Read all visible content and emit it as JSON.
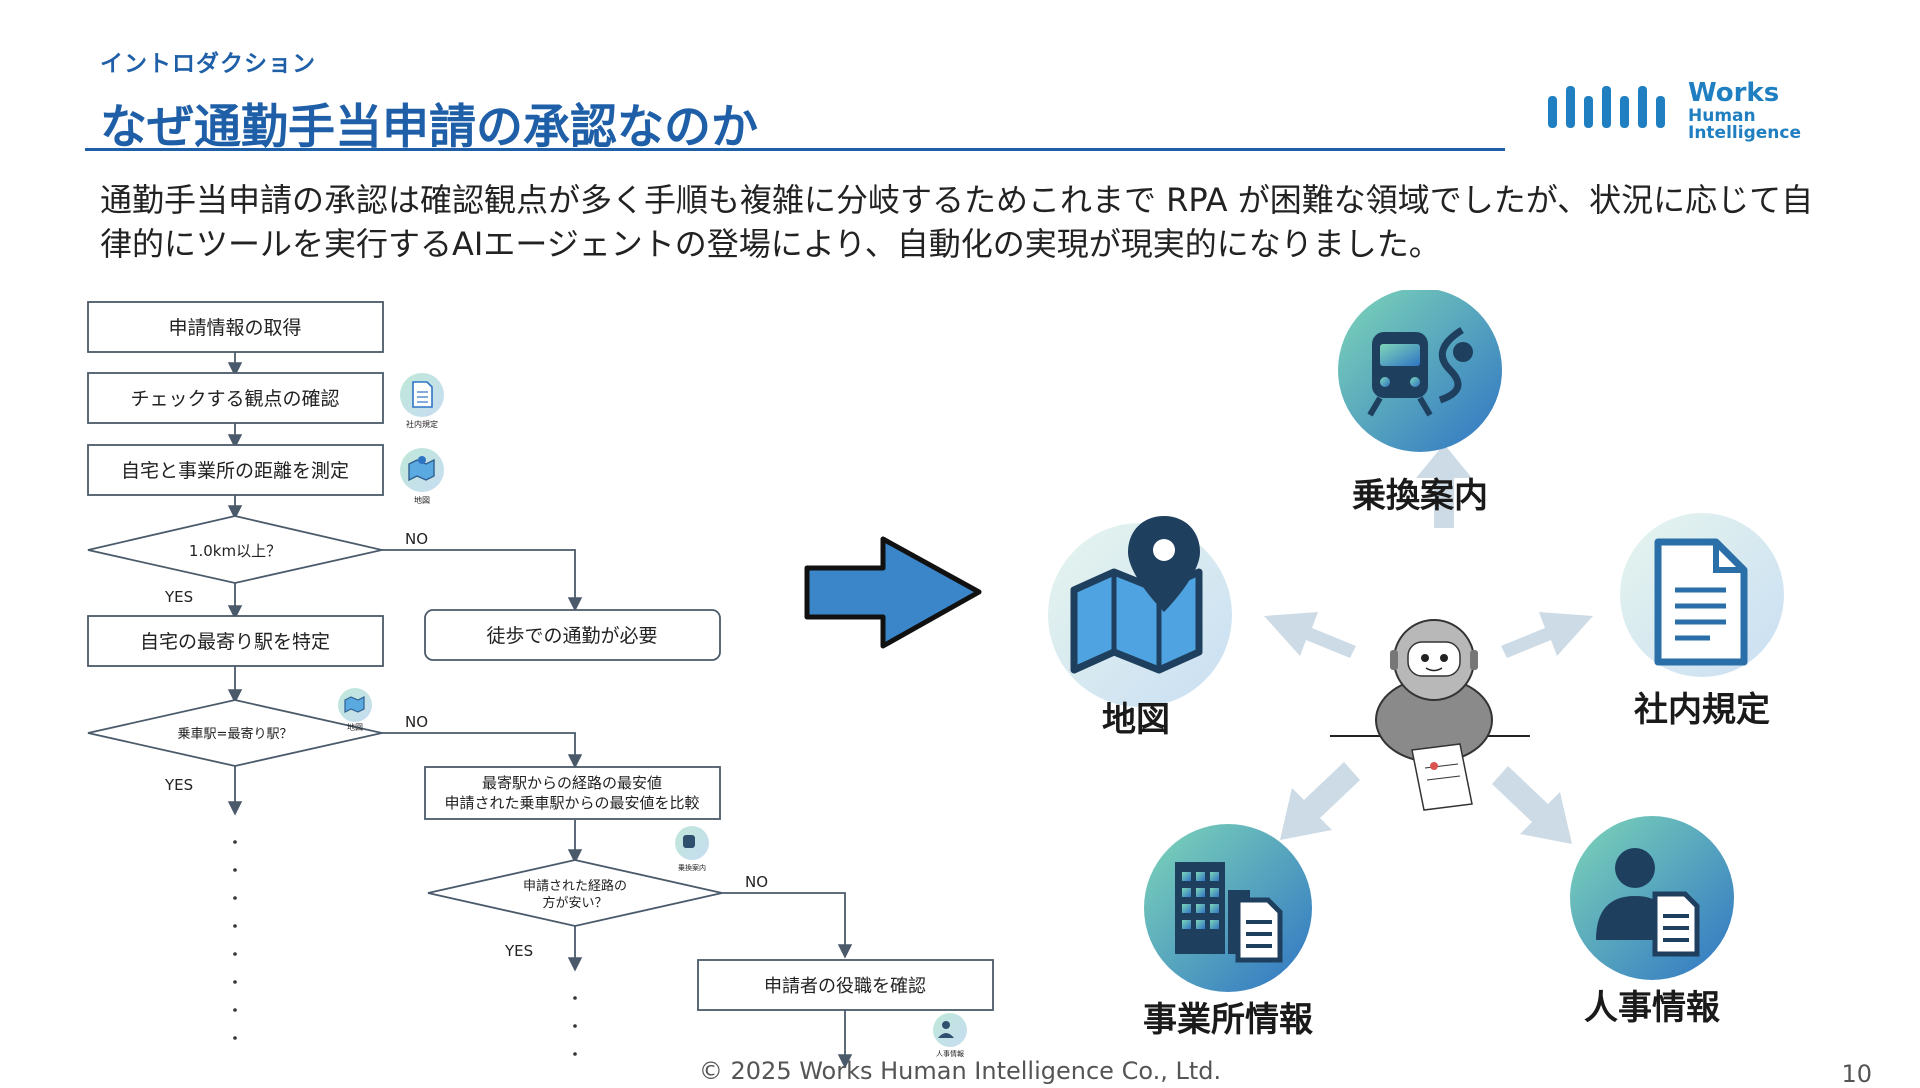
{
  "header": {
    "kicker": "イントロダクション",
    "title": "なぜ通勤手当申請の承認なのか"
  },
  "logo": {
    "line1": "Works",
    "line2": "Human Intelligence",
    "color": "#1f7fc0"
  },
  "intro": "通勤手当申請の承認は確認観点が多く手順も複雑に分岐するためこれまで RPA が困難な領域でしたが、状況に応じて自律的にツールを実行するAIエージェントの登場により、自動化の実現が現実的になりました。",
  "flowchart": {
    "steps": {
      "s1": "申請情報の取得",
      "s2": "チェックする観点の確認",
      "s3": "自宅と事業所の距離を測定",
      "d1": "1.0km以上？",
      "s4": "自宅の最寄り駅を特定",
      "walk": "徒歩での通勤が必要",
      "d2": "乗車駅=最寄り駅？",
      "cmp1": "最寄駅からの経路の最安値",
      "cmp2": "申請された乗車駅からの最安値を比較",
      "d3a": "申請された経路の",
      "d3b": "方が安い？",
      "role": "申請者の役職を確認"
    },
    "yes": "YES",
    "no": "NO",
    "icon_labels": {
      "rules": "社内規定",
      "map": "地図",
      "transit": "乗換案内",
      "hr": "人事情報"
    }
  },
  "tools": {
    "transit": "乗換案内",
    "map": "地図",
    "rules": "社内規定",
    "office": "事業所情報",
    "hr": "人事情報"
  },
  "colors": {
    "accent": "#1f5fa8",
    "arrow_fill": "#3a86c8",
    "flow_stroke": "#4a5a6a",
    "tool_gradient_start": "#7ed6b8",
    "tool_gradient_end": "#2f74c4",
    "pointer_arrows": "#cddbe6"
  },
  "footer": "© 2025 Works Human Intelligence Co., Ltd.",
  "page_number": "10"
}
